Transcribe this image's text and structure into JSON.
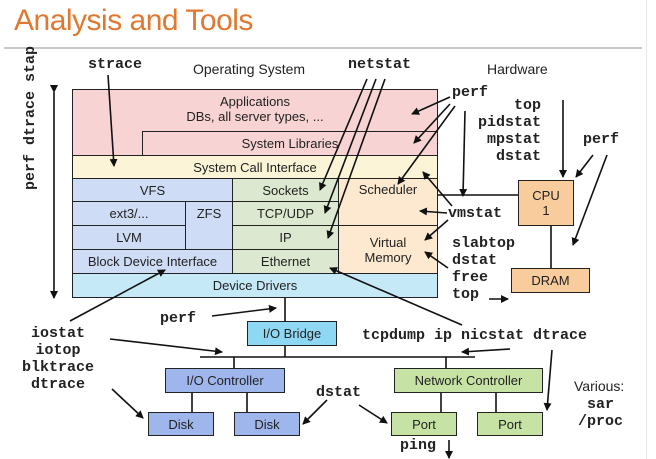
{
  "title": "Analysis and Tools",
  "colors": {
    "title": "#e0782f",
    "applications": "#f7d3d3",
    "syscall": "#fbf4d7",
    "filesystem": "#cfdcf5",
    "network_stack": "#dce8cf",
    "scheduler_vm": "#fde9cf",
    "device_drivers": "#c6e9f8",
    "hardware_cpu_dram": "#f8cc9d",
    "io_controller": "#9fb6ec",
    "network_controller": "#c7e2a5",
    "io_bridge": "#8fd8f3"
  },
  "section_labels": {
    "os": "Operating System",
    "hardware": "Hardware"
  },
  "os_layers": {
    "applications": "Applications",
    "applications_sub": "DBs, all server types, ...",
    "system_libraries": "System Libraries",
    "syscall": "System Call Interface",
    "vfs": "VFS",
    "ext3": "ext3/...",
    "zfs": "ZFS",
    "lvm": "LVM",
    "block_device": "Block Device Interface",
    "sockets": "Sockets",
    "tcp_udp": "TCP/UDP",
    "ip": "IP",
    "ethernet": "Ethernet",
    "scheduler": "Scheduler",
    "virtual_memory": "Virtual Memory",
    "device_drivers": "Device Drivers"
  },
  "hardware": {
    "cpu": "CPU",
    "cpu_count": "1",
    "dram": "DRAM",
    "io_bridge": "I/O Bridge",
    "io_controller": "I/O Controller",
    "disk1": "Disk",
    "disk2": "Disk",
    "network_controller": "Network Controller",
    "port1": "Port",
    "port2": "Port"
  },
  "tools": {
    "strace": "strace",
    "netstat": "netstat",
    "perf_os": "perf",
    "cpu_tools": "top\npidstat\nmpstat\ndstat",
    "perf_hw": "perf",
    "vmstat": "vmstat",
    "memory_tools": "slabtop\ndstat\nfree\ntop",
    "vertical": "perf  dtrace  stap",
    "perf_bus": "perf",
    "io_tools": "iostat\niotop\nblktrace\ndtrace",
    "net_tools": "tcpdump ip nicstat dtrace",
    "dstat": "dstat",
    "ping": "ping",
    "various_label": "Various:",
    "various_tools": "sar\n/proc"
  }
}
